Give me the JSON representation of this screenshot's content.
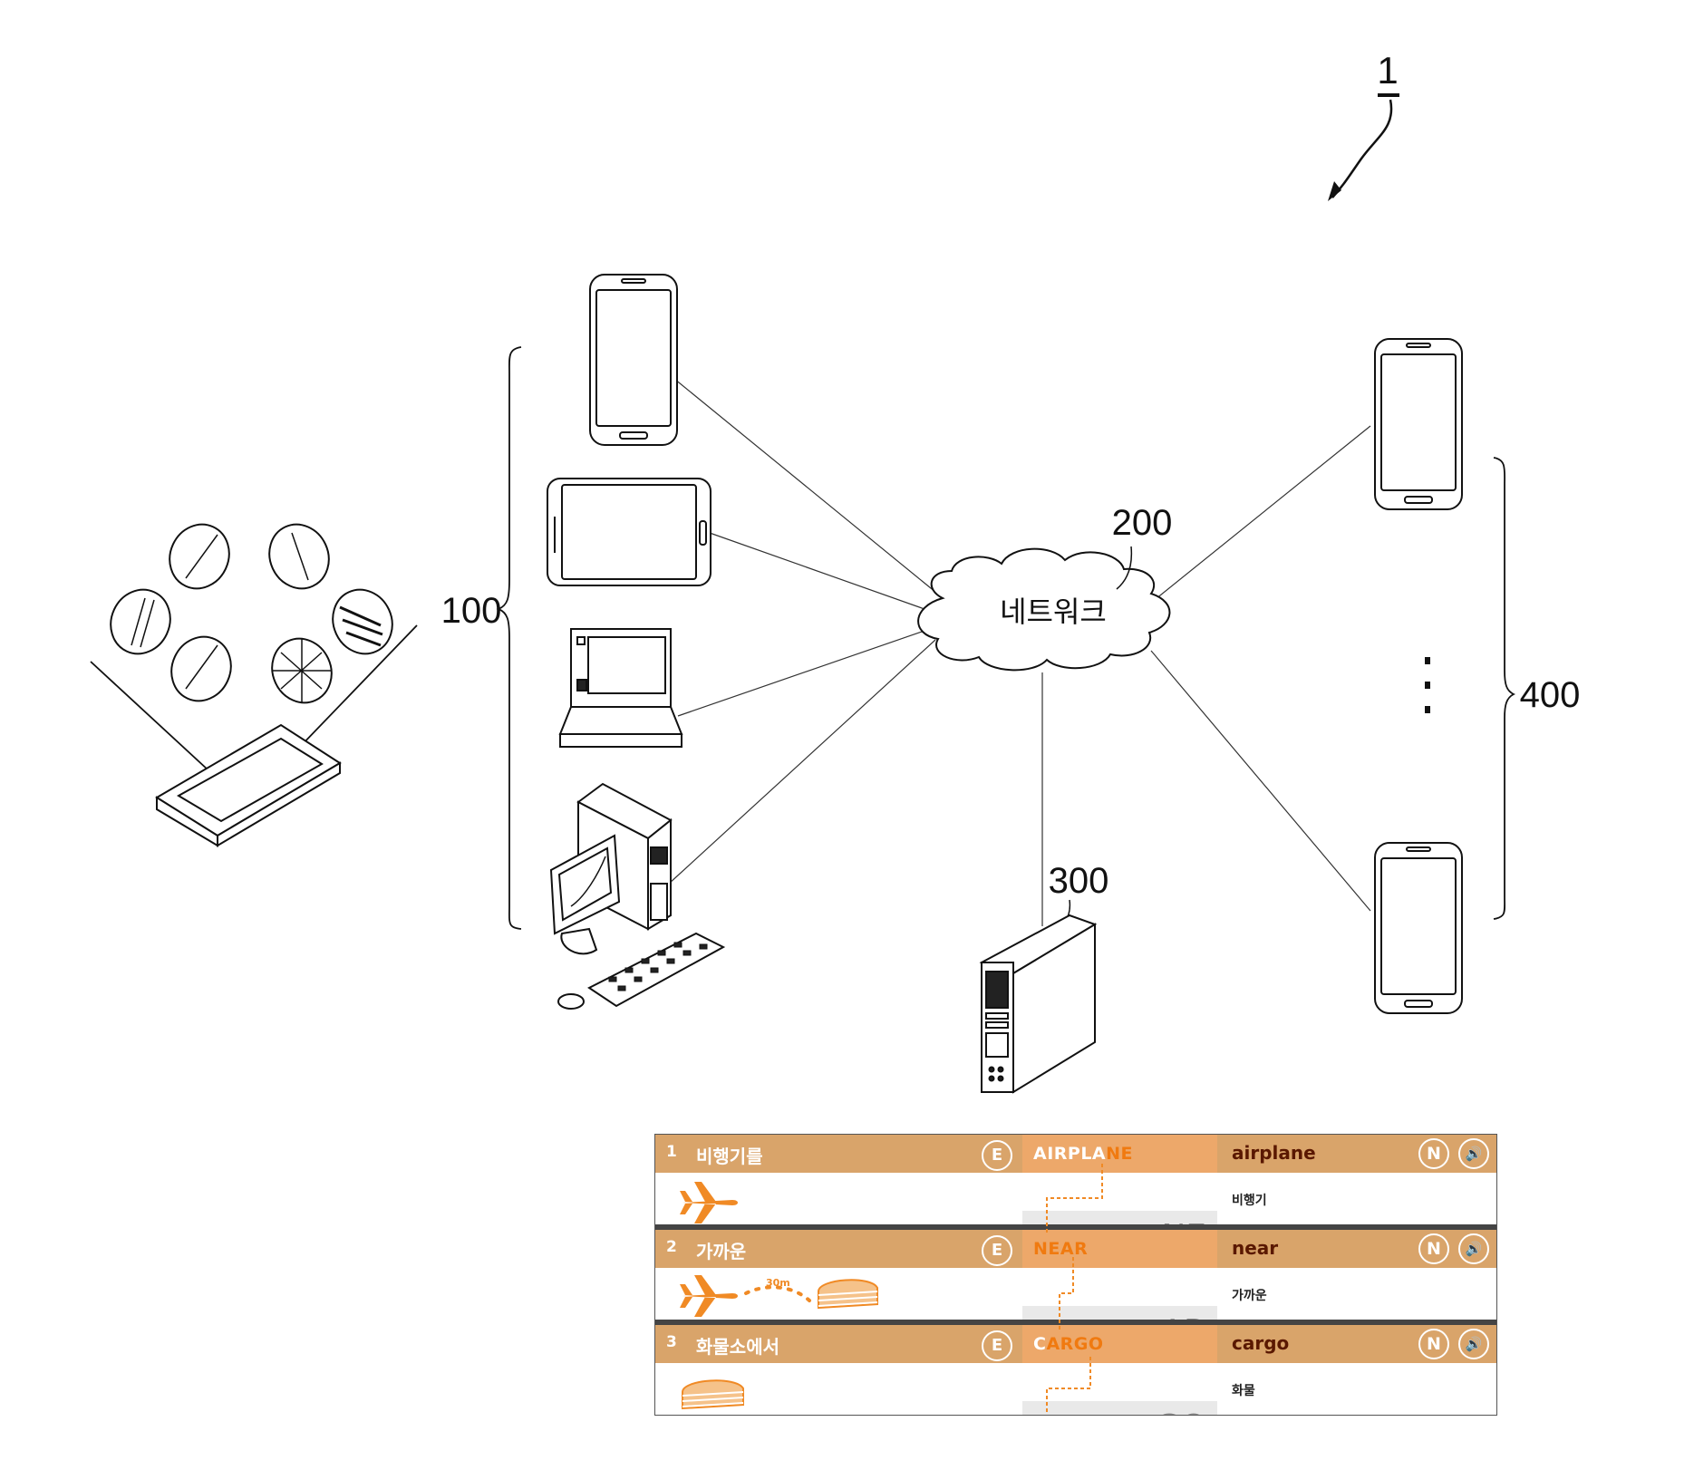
{
  "figure_ref": "1",
  "labels": {
    "clients": "100",
    "network": "200",
    "server": "300",
    "receivers": "400",
    "network_text": "네트워크"
  },
  "distance_label": "30m",
  "vocab_rows": [
    {
      "num": "1",
      "word": "비행기를",
      "e_label": "E",
      "spell_pre": "AIRPLA",
      "spell_hl": "NE",
      "spell_post": "",
      "suffix": "NE",
      "english": "airplane",
      "korean": "비행기",
      "n_label": "N",
      "sound_label": "🔊"
    },
    {
      "num": "2",
      "word": "가까운",
      "e_label": "E",
      "spell_pre": "",
      "spell_hl": "NEAR",
      "spell_post": "",
      "suffix": "AR",
      "english": "near",
      "korean": "가까운",
      "n_label": "N",
      "sound_label": "🔊"
    },
    {
      "num": "3",
      "word": "화물소에서",
      "e_label": "E",
      "spell_pre": "C",
      "spell_hl": "ARGO",
      "spell_post": "",
      "suffix": "GO",
      "english": "cargo",
      "korean": "화물",
      "n_label": "N",
      "sound_label": "🔊"
    }
  ]
}
